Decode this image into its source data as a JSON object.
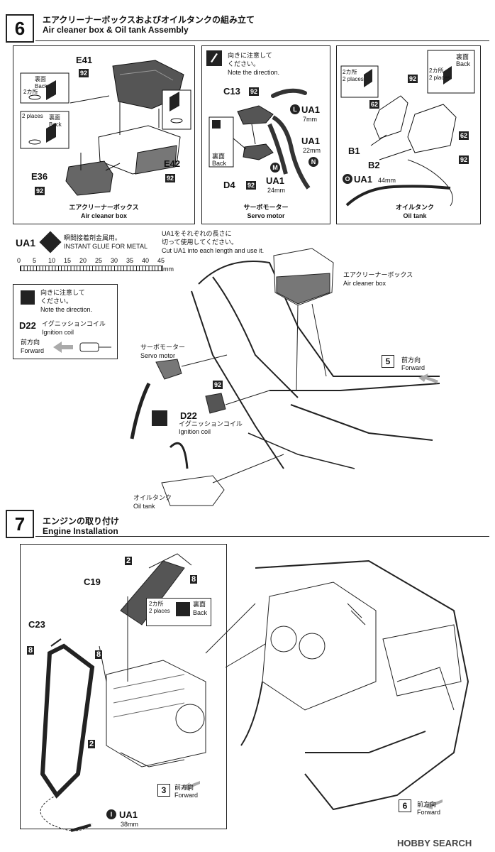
{
  "step6": {
    "number": "6",
    "title_jp": "エアクリーナーボックスおよびオイルタンクの組み立て",
    "title_en": "Air cleaner box & Oil tank Assembly",
    "panel_air": {
      "parts": {
        "e41": "E41",
        "e42": "E42",
        "e36": "E36"
      },
      "chip": "92",
      "back1_jp": "裏面",
      "back1_en": "Back",
      "places_jp": "2カ所",
      "places_en": "2 places",
      "caption_jp": "エアクリーナーボックス",
      "caption_en": "Air cleaner box"
    },
    "panel_servo": {
      "note_jp1": "向きに注意して",
      "note_jp2": "ください。",
      "note_en": "Note the direction.",
      "c13": "C13",
      "d4": "D4",
      "chip": "92",
      "ua1_l": "UA1",
      "len_l": "7mm",
      "ua1_n": "UA1",
      "len_n": "22mm",
      "ua1_m": "UA1",
      "len_m": "24mm",
      "mark_l": "L",
      "mark_m": "M",
      "mark_n": "N",
      "back_jp": "裏面",
      "back_en": "Back",
      "caption_jp": "サーボモーター",
      "caption_en": "Servo motor"
    },
    "panel_oil": {
      "places_jp": "2カ所",
      "places_en": "2 places",
      "back_jp": "裏面",
      "back_en": "Back",
      "b1": "B1",
      "b2": "B2",
      "c92": "92",
      "c62": "62",
      "ua1_o": "UA1",
      "len_o": "44mm",
      "mark_o": "O",
      "caption_jp": "オイルタンク",
      "caption_en": "Oil tank"
    },
    "glue": {
      "code": "UA1",
      "jp": "瞬間接着剤金属用。",
      "en": "INSTANT GLUE  FOR METAL",
      "cut_jp1": "UA1をそれぞれの長さに",
      "cut_jp2": "切って使用してください。",
      "cut_en": "Cut UA1 into each length and use it."
    },
    "ruler": {
      "ticks": [
        "0",
        "5",
        "10",
        "15",
        "20",
        "25",
        "30",
        "35",
        "40",
        "45"
      ],
      "unit": "mm"
    },
    "note_box": {
      "jp1": "向きに注意して",
      "jp2": "ください。",
      "en": "Note the direction.",
      "part": "D22",
      "part_jp": "イグニッションコイル",
      "part_en": "Ignition coil",
      "fwd_jp": "前方向",
      "fwd_en": "Forward"
    },
    "main": {
      "air_jp": "エアクリーナーボックス",
      "air_en": "Air cleaner box",
      "servo_jp": "サーボモーター",
      "servo_en": "Servo motor",
      "d22": "D22",
      "d22_jp": "イグニッションコイル",
      "d22_en": "Ignition coil",
      "chip": "92",
      "oil_jp": "オイルタンク",
      "oil_en": "Oil tank",
      "ref": "5",
      "fwd_jp": "前方向",
      "fwd_en": "Forward"
    }
  },
  "step7": {
    "number": "7",
    "title_jp": "エンジンの取り付け",
    "title_en": "Engine Installation",
    "c19": "C19",
    "c23": "C23",
    "chip2": "2",
    "chip8": "8",
    "places_jp": "2カ所",
    "places_en": "2 places",
    "back_jp": "裏面",
    "back_en": "Back",
    "ref3": "3",
    "ref6": "6",
    "fwd_jp": "前方向",
    "fwd_en": "Forward",
    "ua1": "UA1",
    "len": "38mm",
    "mark_i": "I"
  },
  "watermark": "HOBBY SEARCH"
}
